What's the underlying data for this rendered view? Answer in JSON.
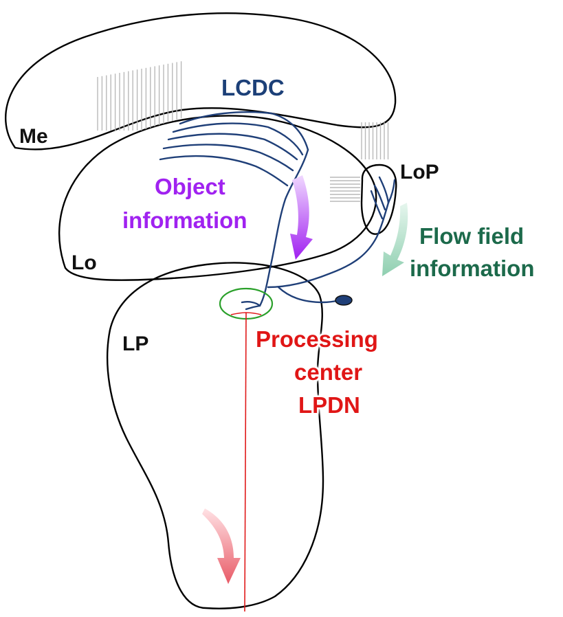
{
  "regions": {
    "me": "Me",
    "lo": "Lo",
    "lop": "LoP",
    "lp": "LP"
  },
  "neuron": {
    "name": "LCDC",
    "color": "#1f3f78"
  },
  "annotations": {
    "object_line1": "Object",
    "object_line2": "information",
    "object_color": "#a020f0",
    "flow_line1": "Flow field",
    "flow_line2": "information",
    "flow_color": "#1f6b4c",
    "flow_arrow_color": "#8fcfb0",
    "processing_line1": "Processing",
    "processing_line2": "center",
    "processing_line3": "LPDN",
    "processing_color": "#e01818",
    "processing_circle_color": "#2aa02a",
    "output_arrow_color": "#e85a66"
  }
}
